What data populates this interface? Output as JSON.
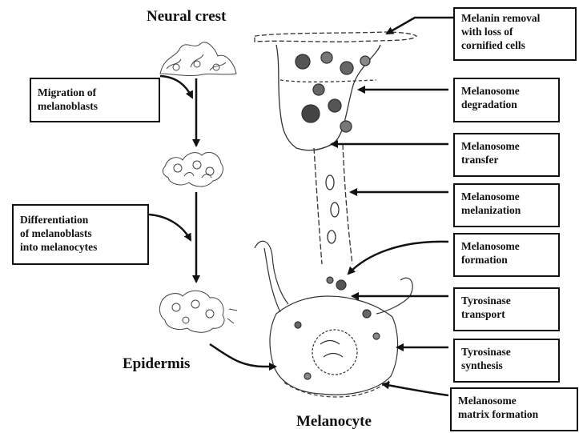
{
  "titles": {
    "neural_crest": "Neural crest",
    "epidermis": "Epidermis",
    "melanocyte": "Melanocyte"
  },
  "left_labels": {
    "migration": [
      "Migration of",
      "melanoblasts"
    ],
    "differentiation": [
      "Differentiation",
      "of melanoblasts",
      "into melanocytes"
    ]
  },
  "right_labels": {
    "removal": [
      "Melanin removal",
      "with loss of",
      "cornified cells"
    ],
    "degradation": [
      "Melanosome",
      "degradation"
    ],
    "transfer": [
      "Melanosome",
      "transfer"
    ],
    "melanization": [
      "Melanosome",
      "melanization"
    ],
    "formation": [
      "Melanosome",
      "formation"
    ],
    "tyr_transport": [
      "Tyrosinase",
      "transport"
    ],
    "tyr_synthesis": [
      "Tyrosinase",
      "synthesis"
    ],
    "matrix": [
      "Melanosome",
      "matrix formation"
    ]
  }
}
